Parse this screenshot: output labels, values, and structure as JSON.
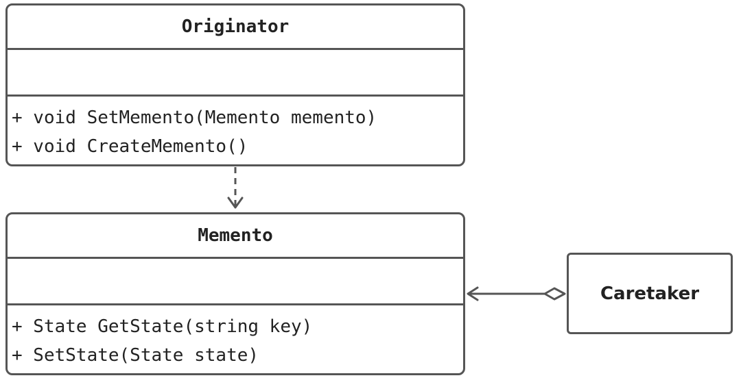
{
  "classes": {
    "originator": {
      "name": "Originator",
      "methods": [
        "+ void SetMemento(Memento memento)",
        "+ void CreateMemento()"
      ]
    },
    "memento": {
      "name": "Memento",
      "methods": [
        "+ State GetState(string key)",
        "+ SetState(State state)"
      ]
    },
    "caretaker": {
      "name": "Caretaker"
    }
  },
  "relationships": [
    {
      "from": "Originator",
      "to": "Memento",
      "type": "dependency"
    },
    {
      "from": "Caretaker",
      "to": "Memento",
      "type": "aggregation"
    }
  ],
  "colors": {
    "stroke": "#555555",
    "text": "#222222",
    "background": "#ffffff"
  }
}
